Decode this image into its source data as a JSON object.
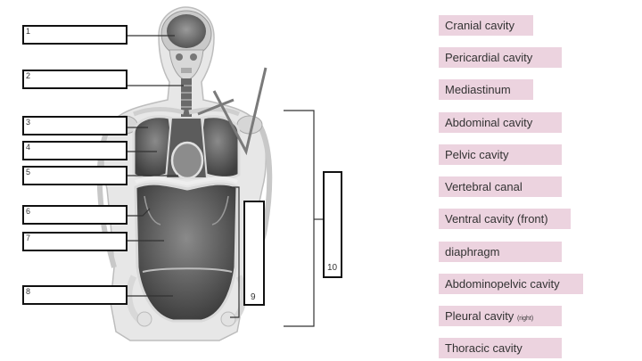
{
  "label_boxes": [
    {
      "number": "1"
    },
    {
      "number": "2"
    },
    {
      "number": "3"
    },
    {
      "number": "4"
    },
    {
      "number": "5"
    },
    {
      "number": "6"
    },
    {
      "number": "7"
    },
    {
      "number": "8"
    }
  ],
  "tall_boxes": [
    {
      "number": "9"
    },
    {
      "number": "10"
    }
  ],
  "answer_bank": [
    {
      "label": "Cranial cavity"
    },
    {
      "label": "Pericardial cavity"
    },
    {
      "label": "Mediastinum"
    },
    {
      "label": "Abdominal cavity"
    },
    {
      "label": "Pelvic cavity"
    },
    {
      "label": "Vertebral canal"
    },
    {
      "label": "Ventral cavity (front)"
    },
    {
      "label": "diaphragm"
    },
    {
      "label": "Abdominopelvic cavity"
    },
    {
      "label": "Pleural cavity",
      "suffix": "(right)"
    },
    {
      "label": "Thoracic cavity"
    }
  ],
  "colors": {
    "chip_background": "#ecd3df",
    "chip_text": "#333333",
    "box_border": "#111111",
    "line": "#333333"
  }
}
